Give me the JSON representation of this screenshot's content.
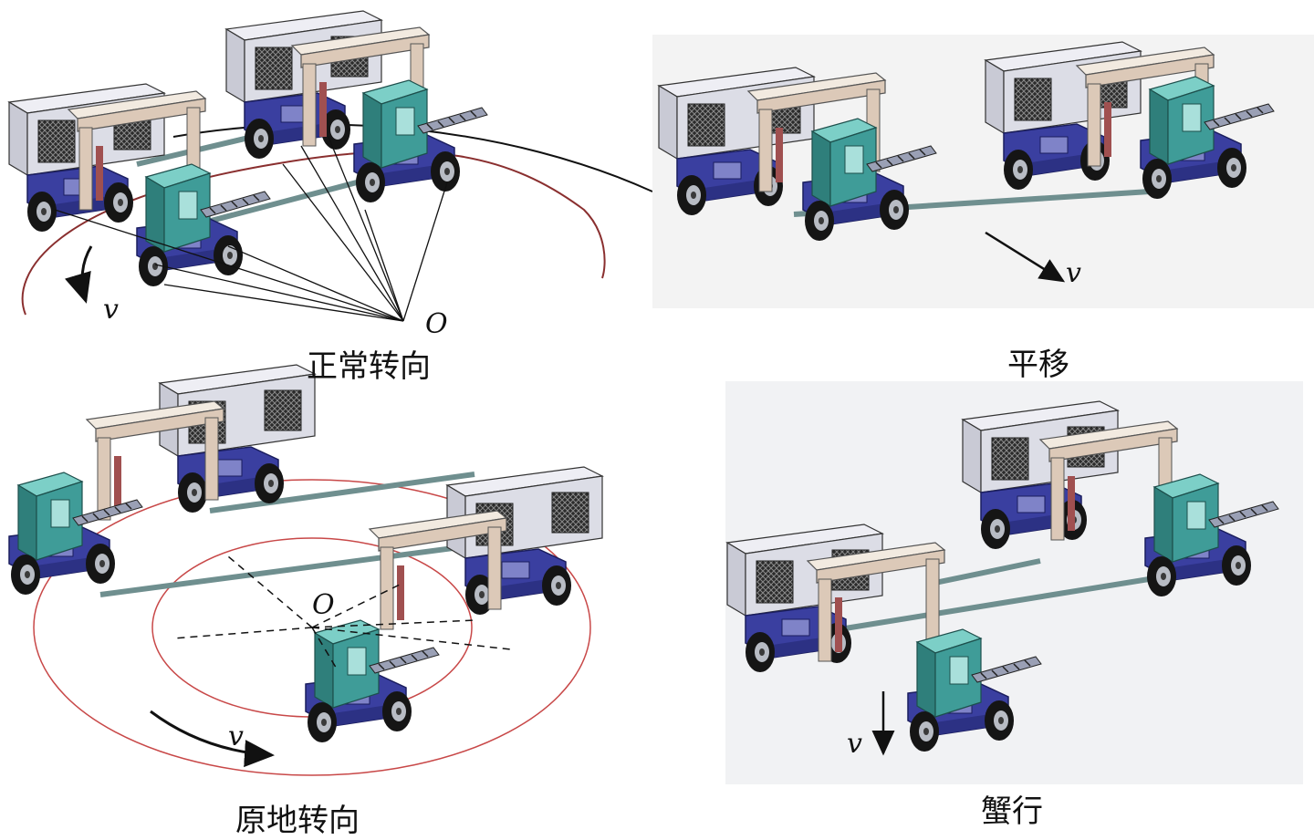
{
  "panels": [
    {
      "caption": "正常转向",
      "labels": {
        "center": "O",
        "velocity": "v"
      }
    },
    {
      "caption": "平移",
      "labels": {
        "velocity": "v"
      }
    },
    {
      "caption": "原地转向",
      "labels": {
        "center": "O",
        "velocity": "v"
      }
    },
    {
      "caption": "蟹行",
      "labels": {
        "velocity": "v"
      }
    }
  ],
  "colors": {
    "chassis": "#3a3fa0",
    "generator": "#dcdde6",
    "beam": "#e7dcd0",
    "cab": "#3f9c98",
    "wheel": "#1a1a1a",
    "path_circle": "#c84848",
    "background_panel": "#f1f2f4"
  }
}
